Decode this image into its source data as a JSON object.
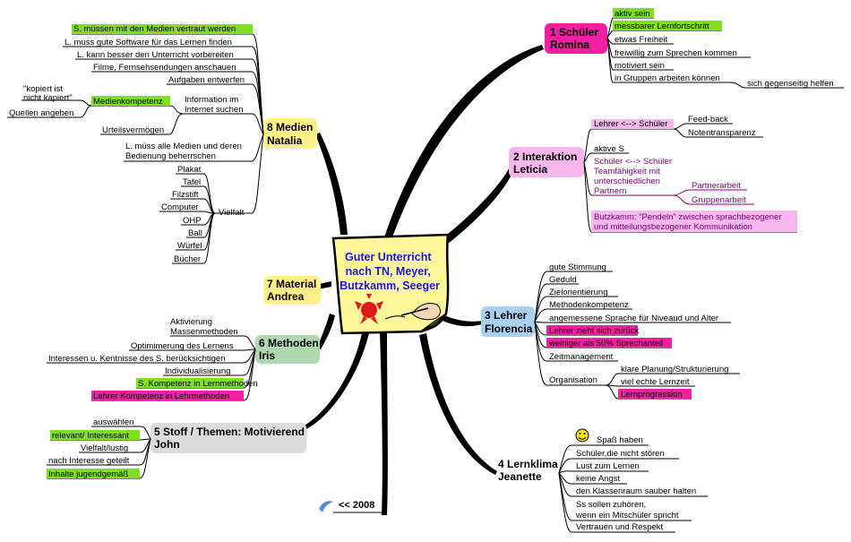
{
  "center": {
    "title_lines": [
      "Guter Unterricht",
      "nach TN, Meyer,",
      "Butzkamm, Seeger"
    ]
  },
  "branches": {
    "b1": {
      "title_lines": [
        "1 Schüler",
        "Romina"
      ],
      "color": "#f020a0",
      "leaves": [
        "aktiv sein",
        "messbarer Lernfortschritt",
        "etwas Freiheit",
        "freiwillig zum Sprechen kommen",
        "motiviert sein",
        "in Gruppen arbeiten können"
      ],
      "sub": "sich gegenseitig helfen"
    },
    "b2": {
      "title_lines": [
        "2 Interaktion",
        "Leticia"
      ],
      "color": "#f6b8ec",
      "lehrer_schueler": "Lehrer <--> Schüler",
      "feedback": "Feed-back",
      "noten": "Notentransparenz",
      "aktiv": "aktive S",
      "schueler_lines": [
        "Schüler <--> Schüler",
        "Teamfähigkeit mit",
        "unterschiedlichen",
        "Partnern"
      ],
      "partner": "Partnerarbeit",
      "gruppe": "Gruppenarbeit",
      "butzkamm_lines": [
        "Butzkamm: \"Pendeln\" zwischen sprachbezogener",
        "und mitteilungsbezogener Kommunikation"
      ]
    },
    "b3": {
      "title_lines": [
        "3 Lehrer",
        "Florencia"
      ],
      "color": "#a8d0f0",
      "leaves": [
        "gute Stimmung",
        "Geduld",
        "Zielorientierung",
        "Methodenkompetenz",
        "angemessene Sprache für Niveaud und Alter",
        "Lehrer zieht sich zurück",
        "weiniger als 50% Sprechanteil",
        "Zeitmanagement"
      ],
      "orga": "Organisation",
      "orga_leaves": [
        "klare Planung/Strukturierung",
        "viel echte Lernzeit",
        "Lernprogression"
      ]
    },
    "b4": {
      "title_lines": [
        "4 Lernklima",
        "Jeanette"
      ],
      "leaves": [
        "Spaß haben",
        "Schüler,die nicht stören",
        "Lust zum Lernen",
        "keine Angst",
        "den Klassenraum sauber halten"
      ],
      "ss_lines": [
        "Ss sollen zuhören,",
        "wenn ein Mitschüler spricht"
      ],
      "last": "Vertrauen und Respekt"
    },
    "b5": {
      "title_lines": [
        "5 Stoff / Themen:  Motivierend",
        "John"
      ],
      "color": "#dcdcdc",
      "leaves": [
        "auswählen",
        "relevant/ Interessant",
        "Vielfalt/lustig",
        "nach Interesse geteilt",
        "Inhalte jugendgemäß"
      ]
    },
    "b6": {
      "title_lines": [
        "6 Methoden",
        "Iris"
      ],
      "color": "#b0d8b0",
      "aktiv_lines": [
        "Aktivierung",
        "Massenmethoden"
      ],
      "leaves": [
        "Optimimerung des Lernens",
        "Interessen u. Kentnisse des S.   berücksichtigen",
        "Individualisierung",
        "S. Kompetenz in Lernmethoden",
        "Lehrer Kompetenz in Lehrmethoden"
      ]
    },
    "b7": {
      "title_lines": [
        "7 Material",
        "Andrea"
      ],
      "color": "#fff08a"
    },
    "b8": {
      "title_lines": [
        "8 Medien",
        "Natalia"
      ],
      "color": "#fff08a",
      "leaves": [
        "S. müssen mit den  Medien vertraut werden",
        "L. muss gute Software für das Lernen  finden",
        "L. kann besser den Unterricht vorbereiten",
        "Filme, Fernsehsendungen anschauen",
        "Aufgaben entwerfen"
      ],
      "info_lines": [
        "Information im",
        "Internet suchen"
      ],
      "medienkompetenz": "Medienkompetenz",
      "kopiert_lines": [
        "\"kopiert ist",
        "nicht kapiert\""
      ],
      "quellen": "Quellen angeben",
      "urteil": "Urteilsvermögen",
      "alle_lines": [
        "L. müss alle Medien und deren",
        "Bedienung beherrschen"
      ],
      "vielfalt": "Vielfalt",
      "vielfalt_items": [
        "Plakat",
        "Tafel",
        "Filzstift",
        "Computer",
        "OHP",
        "Ball",
        "Würfel",
        "Bücher"
      ]
    }
  },
  "footer": {
    "year_link": "<< 2008"
  }
}
